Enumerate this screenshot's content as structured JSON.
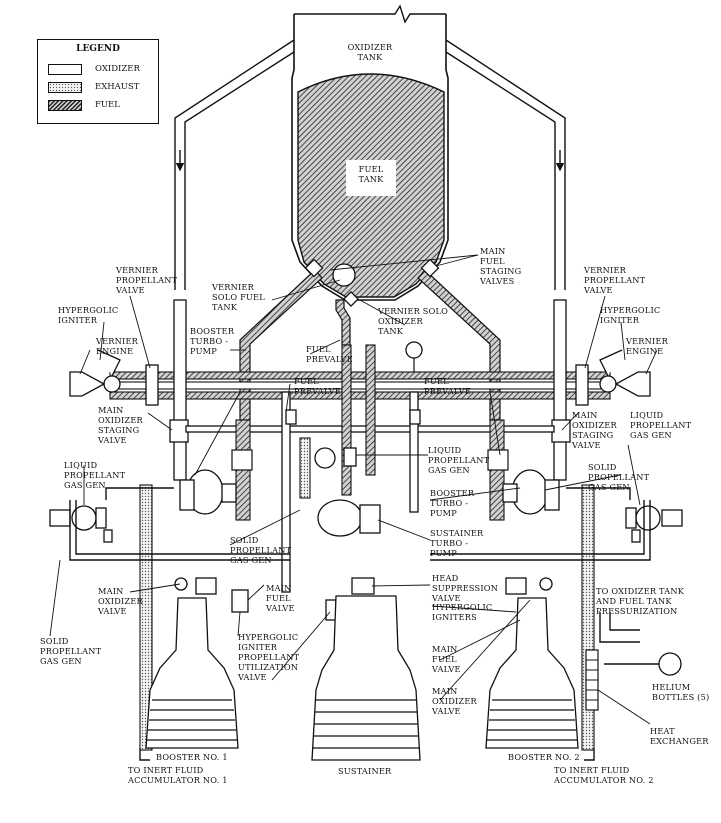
{
  "legend": {
    "title": "LEGEND",
    "items": [
      {
        "label": "OXIDIZER",
        "pattern": "plain"
      },
      {
        "label": "EXHAUST",
        "pattern": "dotted"
      },
      {
        "label": "FUEL",
        "pattern": "hatched"
      }
    ]
  },
  "tanks": {
    "oxidizer": "OXIDIZER\nTANK",
    "fuel": "FUEL\nTANK"
  },
  "labels": {
    "main_fuel_staging_valves": "MAIN\nFUEL\nSTAGING\nVALVES",
    "vernier_propellant_valve_left": "VERNIER\nPROPELLANT\nVALVE",
    "vernier_propellant_valve_right": "VERNIER\nPROPELLANT\nVALVE",
    "vernier_solo_fuel_tank": "VERNIER\nSOLO FUEL\nTANK",
    "vernier_solo_oxidizer_tank": "VERNIER SOLO\nOXIDIZER\nTANK",
    "hypergolic_igniter_left": "HYPERGOLIC\nIGNITER",
    "hypergolic_igniter_right": "HYPERGOLIC\nIGNITER",
    "vernier_engine_left": "VERNIER\nENGINE",
    "vernier_engine_right": "VERNIER\nENGINE",
    "booster_turbopump_upper": "BOOSTER\nTURBO -\nPUMP",
    "fuel_prevalve_center": "FUEL\nPREVALVE",
    "fuel_prevalve_left": "FUEL\nPREVALVE",
    "fuel_prevalve_right": "FUEL\nPREVALVE",
    "main_oxidizer_staging_valve_left": "MAIN\nOXIDIZER\nSTAGING\nVALVE",
    "main_oxidizer_staging_valve_right": "MAIN\nOXIDIZER\nSTAGING\nVALVE",
    "liquid_propellant_gas_gen_left": "LIQUID\nPROPELLANT\nGAS GEN",
    "liquid_propellant_gas_gen_center": "LIQUID\nPROPELLANT\nGAS GEN",
    "liquid_propellant_gas_gen_right": "LIQUID\nPROPELLANT\nGAS GEN",
    "solid_propellant_gas_gen_right": "SOLID\nPROPELLANT\nGAS GEN",
    "booster_turbopump_right": "BOOSTER\nTURBO -\nPUMP",
    "sustainer_turbopump": "SUSTAINER\nTURBO -\nPUMP",
    "solid_propellant_gas_gen_center": "SOLID\nPROPELLANT\nGAS GEN",
    "main_fuel_valve_left": "MAIN\nFUEL\nVALVE",
    "head_suppression_valve": "HEAD\nSUPPRESSION\nVALVE",
    "hypergolic_igniters": "HYPERGOLIC\nIGNITERS",
    "to_oxidizer_tank": "TO OXIDIZER TANK\nAND FUEL TANK\nPRESSURIZATION",
    "main_oxidizer_valve_left": "MAIN\nOXIDIZER\nVALVE",
    "solid_propellant_gas_gen_left": "SOLID\nPROPELLANT\nGAS GEN",
    "hypergolic_igniter_pu_valve": "HYPERGOLIC\nIGNITER\nPROPELLANT\nUTILIZATION\nVALVE",
    "main_fuel_valve_right": "MAIN\nFUEL\nVALVE",
    "helium_bottles": "HELIUM\nBOTTLES (5)",
    "main_oxidizer_valve_right": "MAIN\nOXIDIZER\nVALVE",
    "heat_exchanger": "HEAT\nEXCHANGER",
    "booster_no_1": "BOOSTER NO. 1",
    "sustainer": "SUSTAINER",
    "booster_no_2": "BOOSTER NO. 2",
    "to_inert_fluid_1": "TO INERT FLUID\nACCUMULATOR NO. 1",
    "to_inert_fluid_2": "TO INERT FLUID\nACCUMULATOR NO. 2"
  }
}
